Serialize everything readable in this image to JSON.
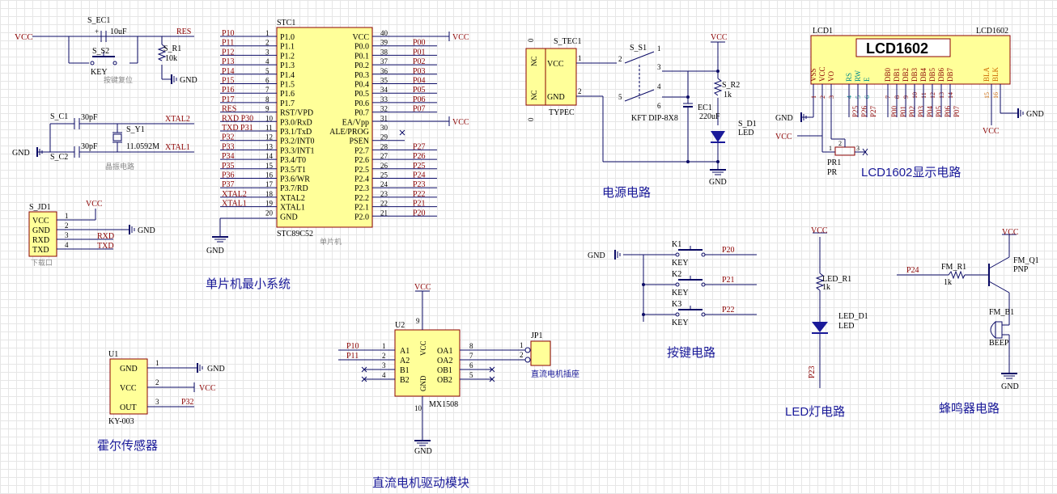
{
  "colors": {
    "wire": "#0b0b66",
    "pin": "#8b0000",
    "net": "#8b0000",
    "chip": "#ffff99",
    "title": "#1a1a99",
    "pinname": "#000000"
  },
  "section_titles": {
    "mcu": "单片机最小系统",
    "power": "电源电路",
    "lcd": "LCD1602显示电路",
    "buttons": "按键电路",
    "led": "LED灯电路",
    "buzzer": "蜂鸣器电路",
    "hall": "霍尔传感器",
    "motor": "直流电机驱动模块"
  },
  "reset": {
    "cap_ref": "S_EC1",
    "cap_val": "10uF",
    "sw_ref": "S_S2",
    "sw_val": "KEY",
    "res_ref": "S_R1",
    "res_val": "10k",
    "caption": "按键复位",
    "vcc": "VCC",
    "gnd": "GND",
    "net": "RES"
  },
  "crystal": {
    "c1_ref": "S_C1",
    "c1_val": "30pF",
    "c2_ref": "S_C2",
    "c2_val": "30pF",
    "y_ref": "S_Y1",
    "y_val": "11.0592M",
    "caption": "晶振电路",
    "xtal2": "XTAL2",
    "xtal1": "XTAL1",
    "gnd": "GND"
  },
  "download": {
    "ref": "S_JD1",
    "caption": "下载口",
    "pins": [
      "VCC",
      "GND",
      "RXD",
      "TXD"
    ],
    "nums": [
      "1",
      "2",
      "3",
      "4"
    ],
    "vcc": "VCC",
    "gnd": "GND",
    "rxd": "RXD",
    "txd": "TXD"
  },
  "mcu": {
    "ref": "STC1",
    "part": "STC89C52",
    "caption": "单片机",
    "gnd": "GND",
    "vcc": "VCC",
    "left_names": [
      "P1.0",
      "P1.1",
      "P1.2",
      "P1.3",
      "P1.4",
      "P1.5",
      "P1.6",
      "P1.7",
      "RST/VPD",
      "P3.0/RxD",
      "P3.1/TxD",
      "P3.2/INT0",
      "P3.3/INT1",
      "P3.4/T0",
      "P3.5/T1",
      "P3.6/WR",
      "P3.7/RD",
      "XTAL2",
      "XTAL1",
      "GND"
    ],
    "left_nums": [
      "1",
      "2",
      "3",
      "4",
      "5",
      "6",
      "7",
      "8",
      "9",
      "10",
      "11",
      "12",
      "13",
      "14",
      "15",
      "16",
      "17",
      "18",
      "19",
      "20"
    ],
    "left_nets": [
      "P10",
      "P11",
      "P12",
      "P13",
      "P14",
      "P15",
      "P16",
      "P17",
      "RES",
      "RXD P30",
      "TXD P31",
      "P32",
      "P33",
      "P34",
      "P35",
      "P36",
      "P37",
      "XTAL2",
      "XTAL1",
      ""
    ],
    "right_names": [
      "VCC",
      "P0.0",
      "P0.1",
      "P0.2",
      "P0.3",
      "P0.4",
      "P0.5",
      "P0.6",
      "P0.7",
      "EA/Vpp",
      "ALE/PROG",
      "PSEN",
      "P2.7",
      "P2.6",
      "P2.5",
      "P2.4",
      "P2.3",
      "P2.2",
      "P2.1",
      "P2.0"
    ],
    "right_nums": [
      "40",
      "39",
      "38",
      "37",
      "36",
      "35",
      "34",
      "33",
      "32",
      "31",
      "30",
      "29",
      "28",
      "27",
      "26",
      "25",
      "24",
      "23",
      "22",
      "21"
    ],
    "right_nets": [
      "",
      "P00",
      "P01",
      "P02",
      "P03",
      "P04",
      "P05",
      "P06",
      "P07",
      "",
      "",
      "",
      "P27",
      "P26",
      "P25",
      "P24",
      "P23",
      "P22",
      "P21",
      "P20"
    ]
  },
  "power": {
    "jack_ref": "S_TEC1",
    "jack_val": "TYPEC",
    "nc": "NC",
    "vcc": "VCC",
    "gnd": "GND",
    "p1": "1",
    "p2": "2",
    "zero": "0",
    "sw_ref": "S_S1",
    "sw_val": "KFT DIP-8X8",
    "sw_pins": [
      "1",
      "2",
      "3",
      "4",
      "5",
      "6"
    ],
    "cap_ref": "EC1",
    "cap_val": "220uF",
    "res_ref": "S_R2",
    "res_val": "1k",
    "led_ref": "S_D1",
    "led_val": "LED",
    "top_vcc": "VCC",
    "bot_gnd": "GND"
  },
  "lcd": {
    "ref": "LCD1",
    "part": "LCD1602",
    "big": "LCD1602",
    "pin_names": [
      "VSS",
      "VCC",
      "VO",
      "RS",
      "RW",
      "E",
      "DB0",
      "DB1",
      "DB2",
      "DB3",
      "DB4",
      "DB5",
      "DB6",
      "DB7",
      "BLA",
      "BLK"
    ],
    "pin_nums": [
      "1",
      "2",
      "3",
      "4",
      "5",
      "6",
      "7",
      "8",
      "9",
      "10",
      "11",
      "12",
      "13",
      "14",
      "15",
      "16"
    ],
    "nets": [
      "",
      "",
      "",
      "P25",
      "P26",
      "P27",
      "P00",
      "P01",
      "P02",
      "P03",
      "P04",
      "P05",
      "P06",
      "P07",
      "",
      ""
    ],
    "pr_ref": "PR1",
    "pr_val": "PR",
    "gnd": "GND",
    "vcc": "VCC",
    "pr_pins": [
      "1",
      "3",
      "2"
    ]
  },
  "buttons": {
    "gnd": "GND",
    "keys": [
      {
        "ref": "K1",
        "val": "KEY",
        "net": "P20"
      },
      {
        "ref": "K2",
        "val": "KEY",
        "net": "P21"
      },
      {
        "ref": "K3",
        "val": "KEY",
        "net": "P22"
      }
    ]
  },
  "led": {
    "vcc": "VCC",
    "res_ref": "LED_R1",
    "res_val": "1k",
    "d_ref": "LED_D1",
    "d_val": "LED",
    "net": "P23"
  },
  "buzzer": {
    "vcc": "VCC",
    "gnd": "GND",
    "net": "P24",
    "res_ref": "FM_R1",
    "res_val": "1k",
    "q_ref": "FM_Q1",
    "q_val": "PNP",
    "b_ref": "FM_B1",
    "b_val": "BEEP"
  },
  "hall": {
    "ref": "U1",
    "part": "KY-003",
    "pins": [
      "GND",
      "VCC",
      "OUT"
    ],
    "nums": [
      "1",
      "2",
      "3"
    ],
    "gnd": "GND",
    "vcc": "VCC",
    "net": "P32"
  },
  "motor": {
    "ref": "U2",
    "part": "MX1508",
    "vcc": "VCC",
    "gnd": "GND",
    "vcc_pin": "9",
    "gnd_pin": "10",
    "vcc_lbl": "VCC",
    "gnd_lbl": "GND",
    "left": [
      "A1",
      "A2",
      "B1",
      "B2"
    ],
    "left_nums": [
      "1",
      "2",
      "3",
      "4"
    ],
    "left_nets": [
      "P10",
      "P11",
      "",
      ""
    ],
    "right": [
      "OA1",
      "OA2",
      "OB1",
      "OB2"
    ],
    "right_nums": [
      "8",
      "7",
      "6",
      "5"
    ],
    "jp_ref": "JP1",
    "jp_caption": "直流电机插座",
    "jp_pins": [
      "1",
      "2"
    ]
  }
}
